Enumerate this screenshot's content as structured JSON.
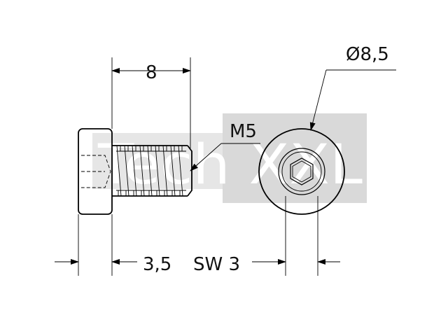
{
  "drawing": {
    "dimensions": {
      "length": "8",
      "thread": "M5",
      "head_diameter": "Ø8,5",
      "head_height": "3,5",
      "socket_size": "SW 3"
    },
    "watermark": "Tech XXL",
    "colors": {
      "line": "#000000",
      "watermark_box": "#d9d9d9",
      "background": "#ffffff"
    }
  }
}
